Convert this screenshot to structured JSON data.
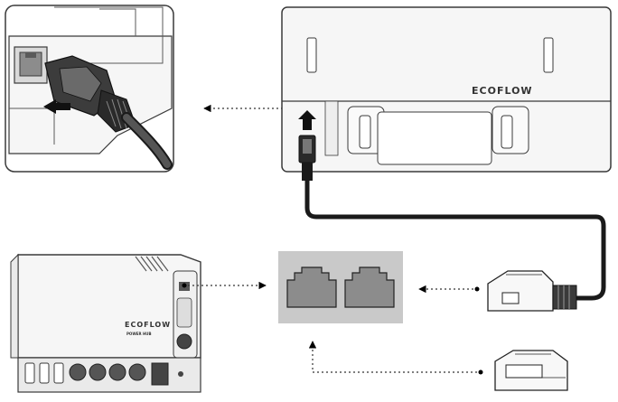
{
  "brand": {
    "top_unit_logo": "ECOFLOW",
    "inverter_logo": "ECOFLOW",
    "inverter_sublabel": "POWER HUB"
  },
  "colors": {
    "outline": "#3a3a3a",
    "cable": "#1a1a1a",
    "panel_fill": "#f2f2f2",
    "hub_fill": "#c9c9c9",
    "port_fill": "#8c8c8c",
    "arrow": "#000000"
  },
  "icons": {
    "plug_insert_arrow": "arrow-up-icon",
    "zoom_insert_arrow": "arrow-left-icon",
    "rj45": "ethernet-port-icon"
  }
}
